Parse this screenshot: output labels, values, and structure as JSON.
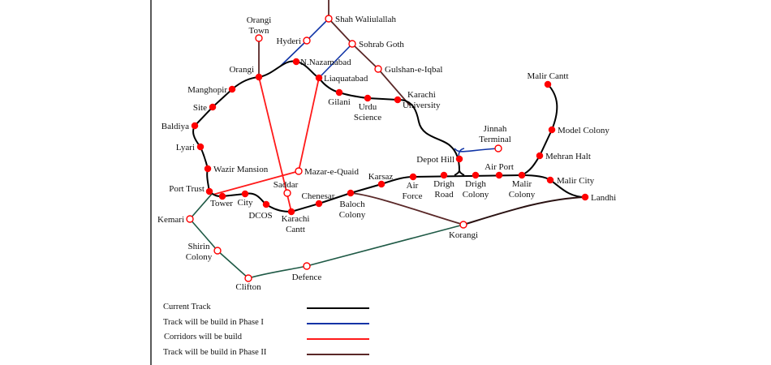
{
  "colors": {
    "current": "#000000",
    "phase1": "#1034a6",
    "corridor": "#ff1a1a",
    "phase2": "#5a2828",
    "coastal": "#1f5a46",
    "station": "#ff0000"
  },
  "stations": {
    "shah_waliulallah": "Shah Waliulallah",
    "orangi_town_1": "Orangi",
    "orangi_town_2": "Town",
    "hyderi": "Hyderi",
    "sohrab_goth": "Sohrab Goth",
    "n_nazamabad": "N.Nazamabad",
    "orangi": "Orangi",
    "gulshan": "Gulshan-e-Iqbal",
    "liaquatabad": "Liaquatabad",
    "manghopir": "Manghopir",
    "gilani": "Gilani",
    "urdu_science_1": "Urdu",
    "urdu_science_2": "Science",
    "karachi_univ_1": "Karachi",
    "karachi_univ_2": "University",
    "site": "Site",
    "baldiya": "Baldiya",
    "lyari": "Lyari",
    "wazir_mansion": "Wazir Mansion",
    "mazar_e_quaid": "Mazar-e-Quaid",
    "port_trust": "Port Trust",
    "saddar": "Saddar",
    "tower": "Tower",
    "city": "City",
    "dcos": "DCOS",
    "karachi_cantt_1": "Karachi",
    "karachi_cantt_2": "Cantt",
    "chenesar": "Chenesar",
    "baloch_colony_1": "Baloch",
    "baloch_colony_2": "Colony",
    "karsaz": "Karsaz",
    "air_force_1": "Air",
    "air_force_2": "Force",
    "drigh_road_1": "Drigh",
    "drigh_road_2": "Road",
    "depot_hill": "Depot Hill",
    "drigh_colony_1": "Drigh",
    "drigh_colony_2": "Colony",
    "air_port": "Air Port",
    "malir_colony_1": "Malir",
    "malir_colony_2": "Colony",
    "malir_city": "Malir City",
    "landhi": "Landhi",
    "malir_cantt": "Malir Cantt",
    "model_colony": "Model Colony",
    "mehran_halt": "Mehran Halt",
    "jinnah_terminal_1": "Jinnah",
    "jinnah_terminal_2": "Terminal",
    "kemari": "Kemari",
    "shirin_colony_1": "Shirin",
    "shirin_colony_2": "Colony",
    "clifton": "Clifton",
    "defence": "Defence",
    "korangi": "Korangi"
  },
  "legend": [
    {
      "label": "Current Track"
    },
    {
      "label": "Track will be build in Phase I"
    },
    {
      "label": "Corridors will be build"
    },
    {
      "label": "Track will be build in Phase II"
    }
  ]
}
